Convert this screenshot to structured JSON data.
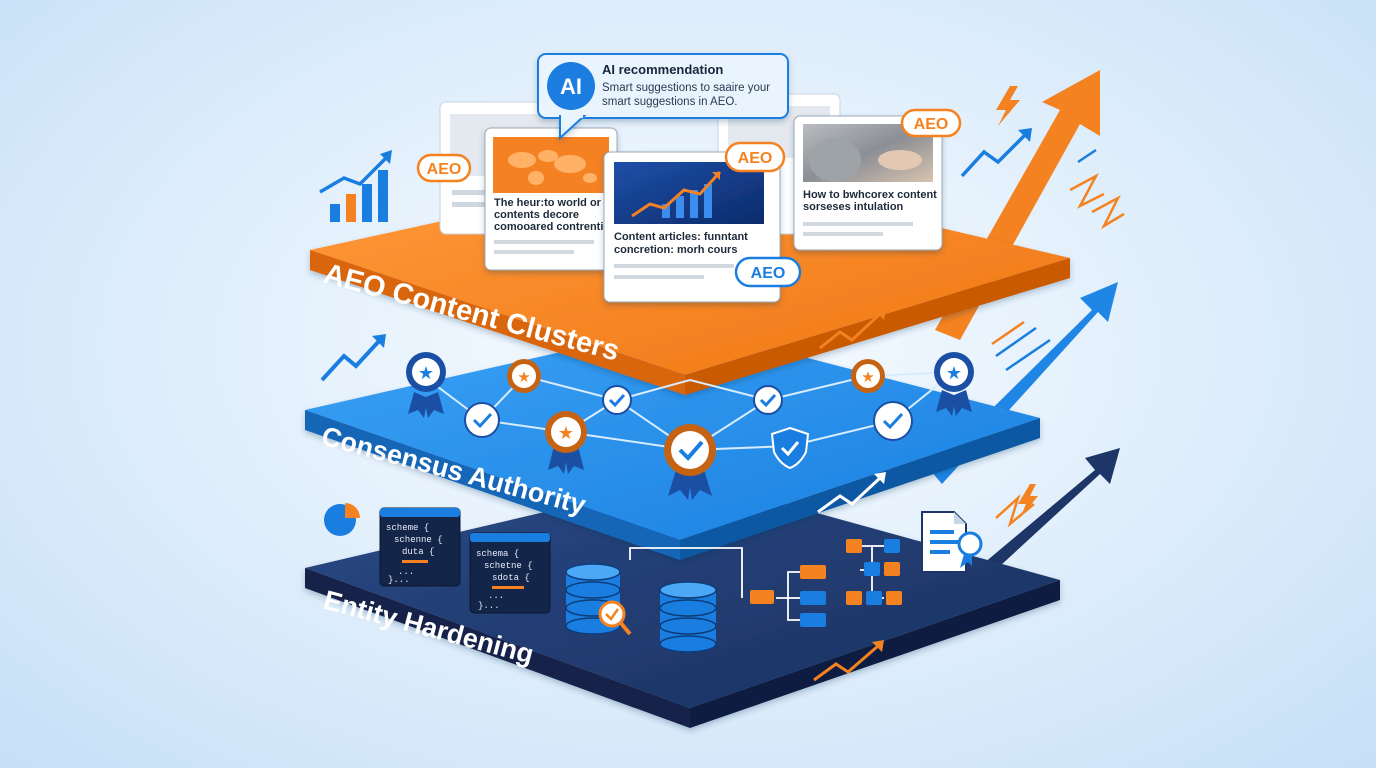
{
  "layers": {
    "top": {
      "label": "AEO Content Clusters",
      "color": "#f58220"
    },
    "middle": {
      "label": "Consensus Authority",
      "color": "#1f86e6"
    },
    "bottom": {
      "label": "Entity Hardening",
      "color": "#1d3567"
    }
  },
  "ai_bubble": {
    "icon": "AI",
    "title": "AI recommendation",
    "line1": "Smart suggestions to saaire your",
    "line2": "smart suggestions in AEO."
  },
  "cards": {
    "map_card": {
      "line1": "The heur:to world or",
      "line2": "contents decore",
      "line3": "comooared contrention"
    },
    "chart_card": {
      "line1": "Content articles: funntant",
      "line2": "concretion: morh cours"
    },
    "photo_card": {
      "line1": "How to bwhcorex content",
      "line2": "sorseses intulation"
    }
  },
  "badges": {
    "left": "AEO",
    "chart_top": "AEO",
    "chart_bottom": "AEO",
    "photo": "AEO"
  },
  "code_blocks": {
    "first": {
      "l1": "scheme {",
      "l2": "schenne {",
      "l3": "duta {",
      "l4": "...",
      "l5": "}..."
    },
    "second": {
      "l1": "schema {",
      "l2": "schetne {",
      "l3": "sdota {",
      "l4": "...",
      "l5": "}..."
    }
  },
  "colors": {
    "orange": "#f58220",
    "blue": "#1f86e6",
    "navy": "#1d3567",
    "badge_blue": "#1a7de0"
  },
  "icons": [
    "ai-icon",
    "trend-arrow-icon",
    "bar-chart-icon",
    "lightning-icon",
    "award-badge-icon",
    "check-circle-icon",
    "shield-check-icon",
    "pie-chart-icon",
    "code-window-icon",
    "database-icon",
    "database-check-icon",
    "flowchart-icon",
    "document-seal-icon",
    "world-map-icon"
  ]
}
